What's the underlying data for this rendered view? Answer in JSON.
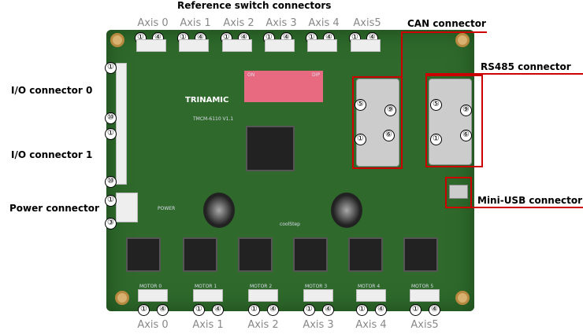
{
  "title": "Reference switch connectors",
  "top_axes": [
    "Axis 0",
    "Axis 1",
    "Axis 2",
    "Axis 3",
    "Axis 4",
    "Axis5"
  ],
  "bottom_axes": [
    "Axis 0",
    "Axis 1",
    "Axis 2",
    "Axis 3",
    "Axis 4",
    "Axis5"
  ],
  "pins": {
    "one": "①",
    "four": "④",
    "ten": "⑩",
    "three": "③",
    "five": "⑤",
    "six": "⑥",
    "nine": "⑨"
  },
  "left_labels": {
    "io0": "I/O connector 0",
    "io1": "I/O connector 1",
    "power": "Power connector"
  },
  "right_labels": {
    "can": "CAN connector",
    "rs485": "RS485 connector",
    "usb": "Mini-USB connector"
  },
  "silkscreen": {
    "brand": "TRINAMIC",
    "model": "TMCM-6110 V1.1",
    "motors": [
      "MOTOR 0",
      "MOTOR 1",
      "MOTOR 2",
      "MOTOR 3",
      "MOTOR 4",
      "MOTOR 5"
    ],
    "dip": "ON",
    "dip2": "DIP",
    "power": "POWER",
    "cool": "coolStep"
  },
  "colors": {
    "annotation": "#cc0000",
    "board": "#2f6a2c"
  }
}
